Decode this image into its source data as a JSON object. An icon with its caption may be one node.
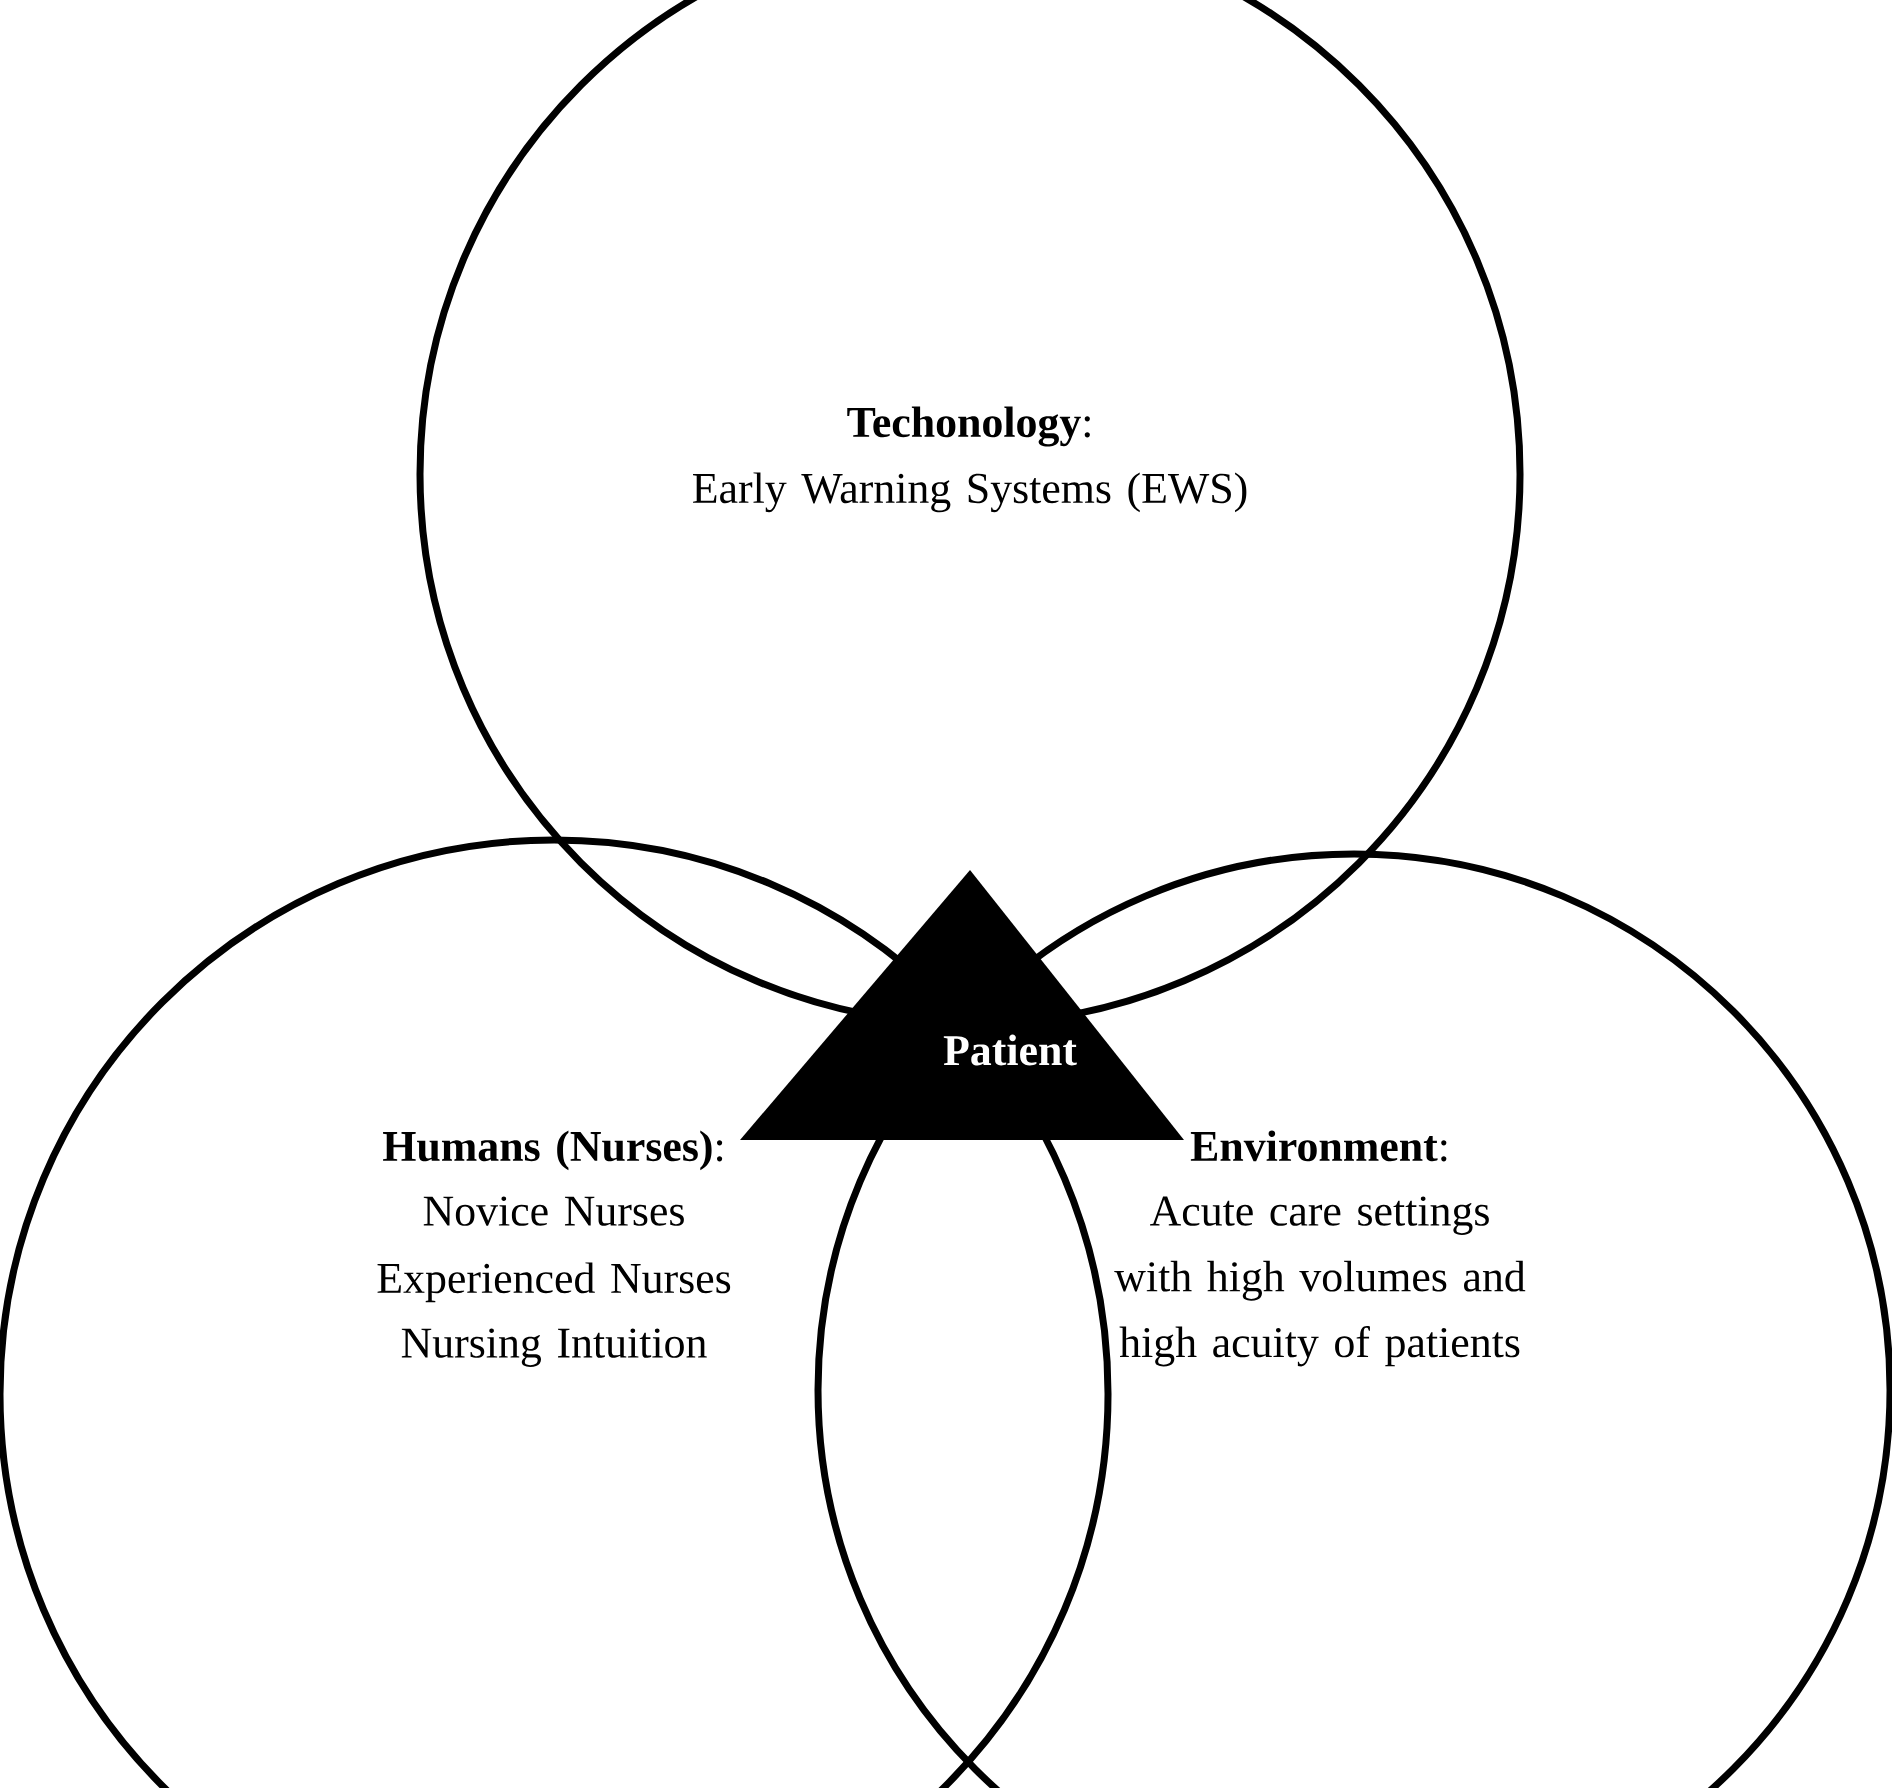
{
  "diagram": {
    "nodes": [
      {
        "text": [
          "**Techonology**:",
          "Early Warning Systems (EWS)"
        ]
      },
      {
        "text": [
          "**Humans (Nurses)**:",
          "Novice Nurses",
          "Experienced Nurses",
          "Nursing Intuition"
        ]
      },
      {
        "text": [
          "**Environment**:",
          "Acute care settings with high volumes and high acuity of patients"
        ]
      },
      {
        "text": [
          "Patient"
        ]
      }
    ]
  }
}
